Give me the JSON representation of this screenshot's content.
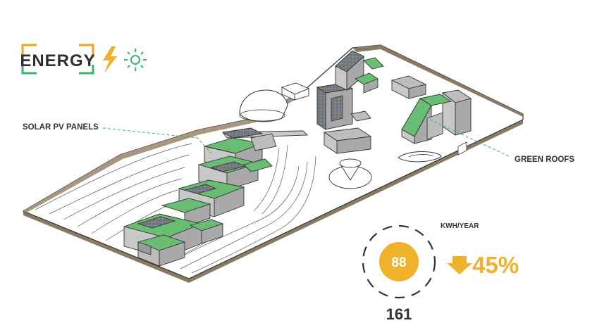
{
  "header": {
    "title": "ENERGY",
    "icons": [
      "lightning-bolt-icon",
      "sun-icon"
    ]
  },
  "annotations": {
    "solar_pv": "SOLAR PV PANELS",
    "green_roofs": "GREEN ROOFS"
  },
  "metric": {
    "unit": "KWH/YEAR",
    "value": "88",
    "baseline": "161",
    "reduction": "45%",
    "reduction_fraction": 0.45
  },
  "colors": {
    "accent_yellow": "#f0b22a",
    "accent_green": "#3bb36b",
    "frame_orange": "#f2a31b",
    "roof_green": "#69bd72",
    "building_gray": "#bdbdbd",
    "solar_dark": "#6d7278",
    "site_edge": "#8b7a63",
    "line": "#333333"
  }
}
